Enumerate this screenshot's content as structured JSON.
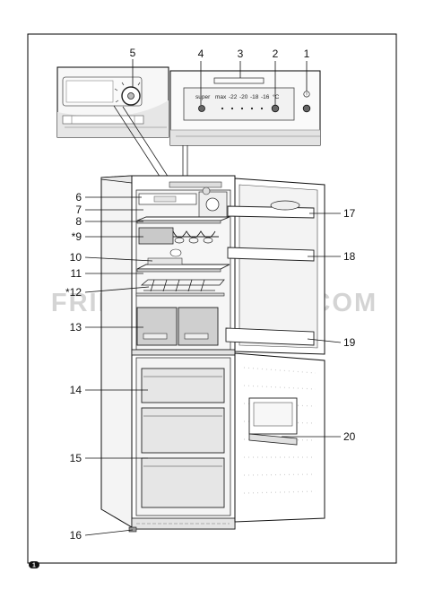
{
  "watermark": "FRIDGEMANUALS.COM",
  "page_number": "1",
  "control_panel": {
    "super_label": "super",
    "max_label": "max",
    "temps": [
      "-22",
      "-20",
      "-18",
      "-16"
    ],
    "unit_label": "°C",
    "alarm_symbol": "!"
  },
  "callouts": {
    "c1": "1",
    "c2": "2",
    "c3": "3",
    "c4": "4",
    "c5": "5",
    "c6": "6",
    "c7": "7",
    "c8": "8",
    "c9": "*9",
    "c10": "10",
    "c11": "11",
    "c12": "*12",
    "c13": "13",
    "c14": "14",
    "c15": "15",
    "c16": "16",
    "c17": "17",
    "c18": "18",
    "c19": "19",
    "c20": "20"
  }
}
